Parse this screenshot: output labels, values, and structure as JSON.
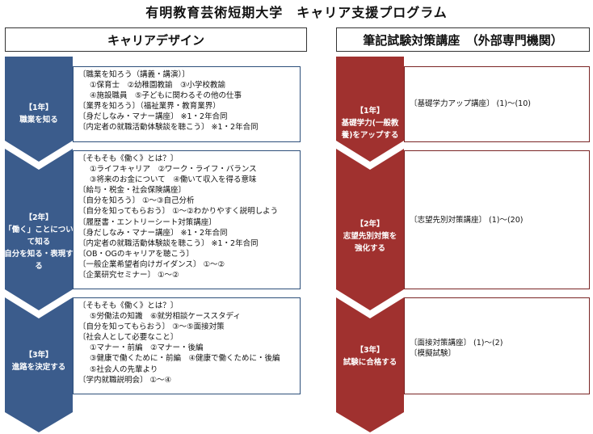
{
  "title": "有明教育芸術短期大学　キャリア支援プログラム",
  "colors": {
    "blue_arrow": "#3b5c8c",
    "red_arrow": "#a0312f"
  },
  "left_column": {
    "header": "キャリアデザイン",
    "stages": [
      {
        "label_lines": [
          "【1年】",
          "職業を知る"
        ],
        "items": [
          {
            "text": "〔職業を知ろう（講義・講演）〕",
            "indent": 0
          },
          {
            "text": "①保育士　②幼稚園教諭　③小学校教諭",
            "indent": 1
          },
          {
            "text": "④施設職員　⑤子どもに関わるその他の仕事",
            "indent": 1
          },
          {
            "text": "〔業界を知ろう〕（福祉業界・教育業界）",
            "indent": 0
          },
          {
            "text": "〔身だしなみ・マナー講座〕 ※1・2年合同",
            "indent": 0
          },
          {
            "text": "〔内定者の就職活動体験談を聴こう〕 ※1・2年合同",
            "indent": 0
          }
        ]
      },
      {
        "label_lines": [
          "【2年】",
          "「働く」ことについて知る",
          "自分を知る・表現する"
        ],
        "items": [
          {
            "text": "〔そもそも《働く》とは？〕",
            "indent": 0
          },
          {
            "text": "①ライフキャリア　②ワーク・ライフ・バランス",
            "indent": 1
          },
          {
            "text": "③将来のお金について　④働いて収入を得る意味",
            "indent": 1
          },
          {
            "text": "〔給与・税金・社会保険講座〕",
            "indent": 0
          },
          {
            "text": "〔自分を知ろう〕 ①～③自己分析",
            "indent": 0
          },
          {
            "text": "〔自分を知ってもらおう〕 ①～②わかりやすく説明しよう",
            "indent": 0
          },
          {
            "text": "〔履歴書・エントリーシート対策講座〕",
            "indent": 0
          },
          {
            "text": "〔身だしなみ・マナー講座〕 ※1・2年合同",
            "indent": 0
          },
          {
            "text": "〔内定者の就職活動体験談を聴こう〕 ※1・2年合同",
            "indent": 0
          },
          {
            "text": "〔OB・OGのキャリアを聴こう〕",
            "indent": 0
          },
          {
            "text": "〔一般企業希望者向けガイダンス〕 ①～②",
            "indent": 0
          },
          {
            "text": "〔企業研究セミナー〕 ①～②",
            "indent": 0
          }
        ]
      },
      {
        "label_lines": [
          "【3年】",
          "進路を決定する"
        ],
        "items": [
          {
            "text": "〔そもそも《働く》とは？〕",
            "indent": 0
          },
          {
            "text": "⑤労働法の知識　⑥就労相談ケーススタディ",
            "indent": 1
          },
          {
            "text": "〔自分を知ってもらおう〕 ③～⑤面接対策",
            "indent": 0
          },
          {
            "text": "〔社会人として必要なこと〕",
            "indent": 0
          },
          {
            "text": "①マナー・前編　②マナー・後編",
            "indent": 1
          },
          {
            "text": "③健康で働くために・前編　④健康で働くために・後編",
            "indent": 1
          },
          {
            "text": "⑤社会人の先輩より",
            "indent": 1
          },
          {
            "text": "〔学内就職説明会〕 ①～④",
            "indent": 0
          }
        ]
      }
    ]
  },
  "right_column": {
    "header": "筆記試験対策講座　（外部専門機関）",
    "stages": [
      {
        "label_lines": [
          "【1年】",
          "基礎学力(一般教",
          "養)をアップする"
        ],
        "items": [
          {
            "text": "〔基礎学力アップ講座〕 (1)～(10)",
            "indent": 0
          }
        ]
      },
      {
        "label_lines": [
          "【2年】",
          "志望先別対策を",
          "強化する"
        ],
        "items": [
          {
            "text": "〔志望先別対策講座〕 (1)～(20)",
            "indent": 0
          }
        ]
      },
      {
        "label_lines": [
          "【3年】",
          "試験に合格する"
        ],
        "items": [
          {
            "text": "〔面接対策講座〕 (1)～(2)",
            "indent": 0
          },
          {
            "text": "〔模擬試験〕",
            "indent": 0
          }
        ]
      }
    ]
  }
}
